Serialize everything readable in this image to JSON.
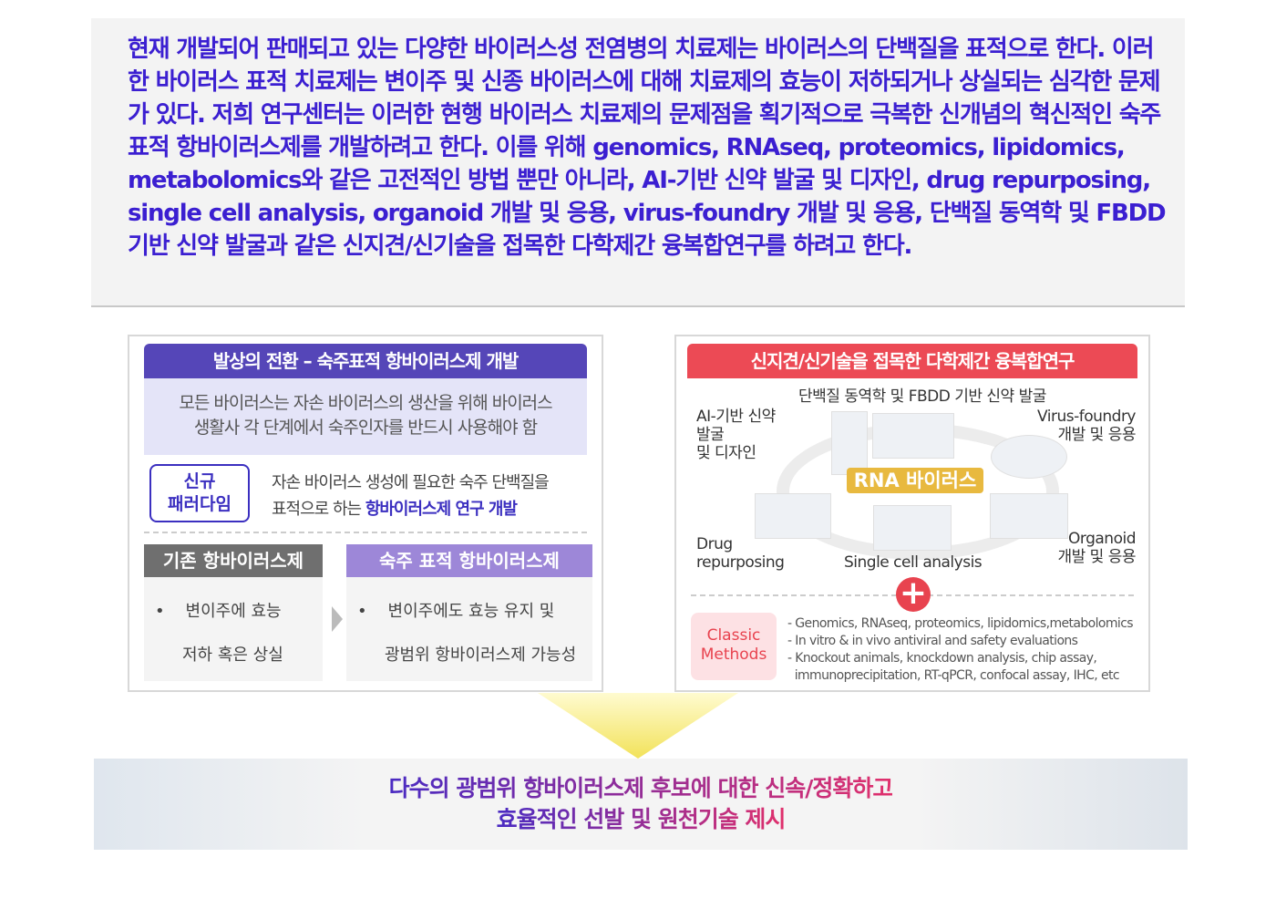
{
  "intro": "현재 개발되어 판매되고 있는 다양한 바이러스성 전염병의 치료제는 바이러스의 단백질을 표적으로 한다. 이러한 바이러스 표적 치료제는 변이주 및 신종 바이러스에 대해 치료제의 효능이 저하되거나 상실되는 심각한 문제가 있다. 저희 연구센터는 이러한 현행 바이러스 치료제의 문제점을 획기적으로 극복한 신개념의 혁신적인 숙주 표적 항바이러스제를 개발하려고 한다. 이를 위해 genomics, RNAseq, proteomics, lipidomics, metabolomics와 같은 고전적인 방법 뿐만 아니라, AI-기반 신약 발굴 및 디자인, drug repurposing, single cell analysis, organoid 개발 및 응용, virus-foundry 개발 및 응용, 단백질 동역학 및 FBDD 기반 신약 발굴과 같은 신지견/신기술을 접목한 다학제간 융복합연구를 하려고 한다.",
  "left": {
    "title": "발상의 전환 – 숙주표적 항바이러스제 개발",
    "info1": "모든 바이러스는 자손 바이러스의 생산을 위해 바이러스",
    "info2": "생활사 각 단계에서 숙주인자를 반드시 사용해야 함",
    "paradigm1": "신규",
    "paradigm2": "패러다임",
    "desc1": "자손 바이러스 생성에 필요한 숙주 단백질을",
    "desc2a": "표적으로 하는 ",
    "desc2b": "항바이러스제 연구 개발",
    "old_title": "기존 항바이러스제",
    "old1": "변이주에  효능",
    "old2": "저하 혹은 상실",
    "new_title": "숙주 표적 항바이러스제",
    "new1": "변이주에도 효능 유지 및",
    "new2": "광범위 항바이러스제 가능성"
  },
  "right": {
    "title": "신지견/신기술을 접목한 다학제간 융복합연구",
    "protein": "단백질 동역학 및 FBDD 기반 신약 발굴",
    "ai1": "AI-기반 신약",
    "ai2": "발굴",
    "ai3": "및 디자인",
    "vf1": "Virus-foundry",
    "vf2": "개발 및 응용",
    "center": "RNA 바이러스",
    "drug1": "Drug",
    "drug2": "repurposing",
    "single": "Single cell analysis",
    "org1": "Organoid",
    "org2": "개발 및 응용",
    "plus": "+",
    "classic1": "Classic",
    "classic2": "Methods",
    "methods": [
      "- Genomics, RNAseq, proteomics, lipidomics,metabolomics",
      "- In vitro & in vivo antiviral and safety evaluations",
      "- Knockout animals, knockdown analysis, chip assay,",
      "  immunoprecipitation, RT-qPCR, confocal assay, IHC, etc"
    ]
  },
  "banner": {
    "line1": "다수의 광범위 항바이러스제 후보에 대한 신속/정확하고",
    "line2": "효율적인 선발 및 원천기술 제시"
  }
}
